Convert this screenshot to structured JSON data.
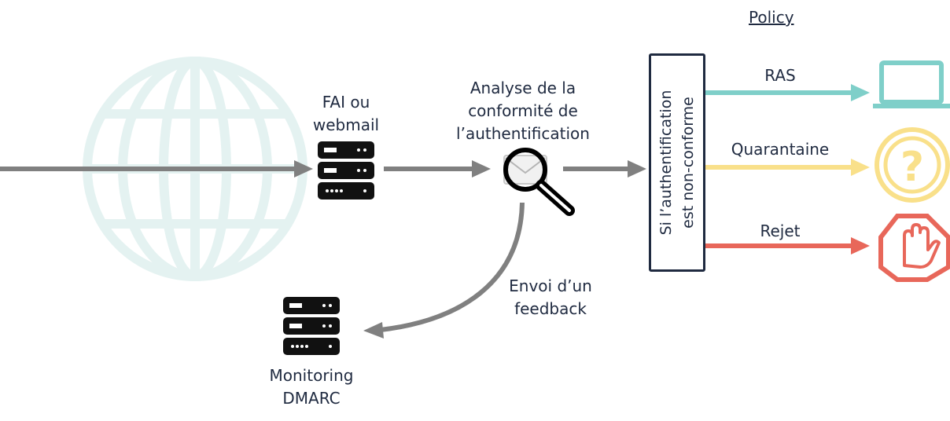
{
  "diagram": {
    "isp_label_line1": "FAI ou",
    "isp_label_line2": "webmail",
    "analysis_line1": "Analyse de la",
    "analysis_line2": "conformité de",
    "analysis_line3": "l’authentification",
    "feedback_line1": "Envoi d’un",
    "feedback_line2": "feedback",
    "monitoring_line1": "Monitoring",
    "monitoring_line2": "DMARC",
    "condition_line1": "Si l’authentification",
    "condition_line2": "est non-conforme",
    "policy_title": "Policy",
    "policies": [
      {
        "label": "RAS",
        "color": "#7fcfc9",
        "icon": "laptop-icon"
      },
      {
        "label": "Quarantaine",
        "color": "#f9e08a",
        "icon": "question-mark-icon"
      },
      {
        "label": "Rejet",
        "color": "#e8675a",
        "icon": "stop-hand-icon"
      }
    ],
    "colors": {
      "globe": "#e4f2f1",
      "arrow": "#808080",
      "text": "#1f2a40",
      "server": "#111111"
    }
  }
}
